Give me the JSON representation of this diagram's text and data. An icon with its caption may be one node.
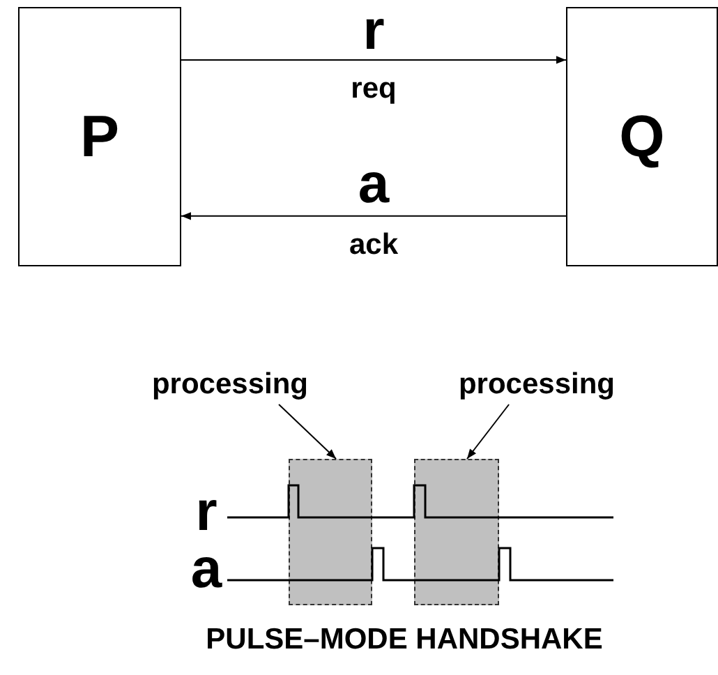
{
  "diagram": {
    "caption": "PULSE–MODE HANDSHAKE",
    "nodes": [
      {
        "text": [
          "P"
        ]
      },
      {
        "text": [
          "Q"
        ]
      },
      {
        "text": [
          "processing"
        ]
      },
      {
        "text": [
          "processing"
        ]
      },
      {
        "text": [],
        "shape": "box"
      },
      {
        "text": [],
        "shape": "box"
      }
    ],
    "edges": [
      {
        "from": 0,
        "to": 1,
        "arrow": "to",
        "label": "r"
      },
      {
        "from": 1,
        "to": 0,
        "arrow": "to",
        "label": "a"
      },
      {
        "from": 2,
        "to": 4,
        "arrow": "to"
      },
      {
        "from": 3,
        "to": 5,
        "arrow": "to"
      }
    ],
    "labels": [
      "req",
      "ack",
      "r",
      "a"
    ]
  }
}
